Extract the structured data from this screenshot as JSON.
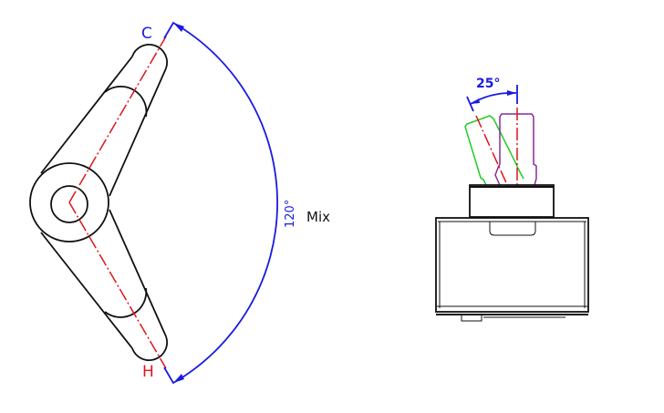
{
  "left_view": {
    "label_top": "C",
    "label_bottom": "H",
    "angle_label": "120°",
    "mode_label": "Mix",
    "angle_degrees": 120
  },
  "right_view": {
    "angle_label": "25°",
    "angle_degrees": 25
  },
  "colors": {
    "outline": "#111111",
    "centerline": "#e0141a",
    "dimension": "#1a1ae0",
    "tilted_lever": "#22cc22",
    "upright_lever": "#8a2a9a"
  }
}
